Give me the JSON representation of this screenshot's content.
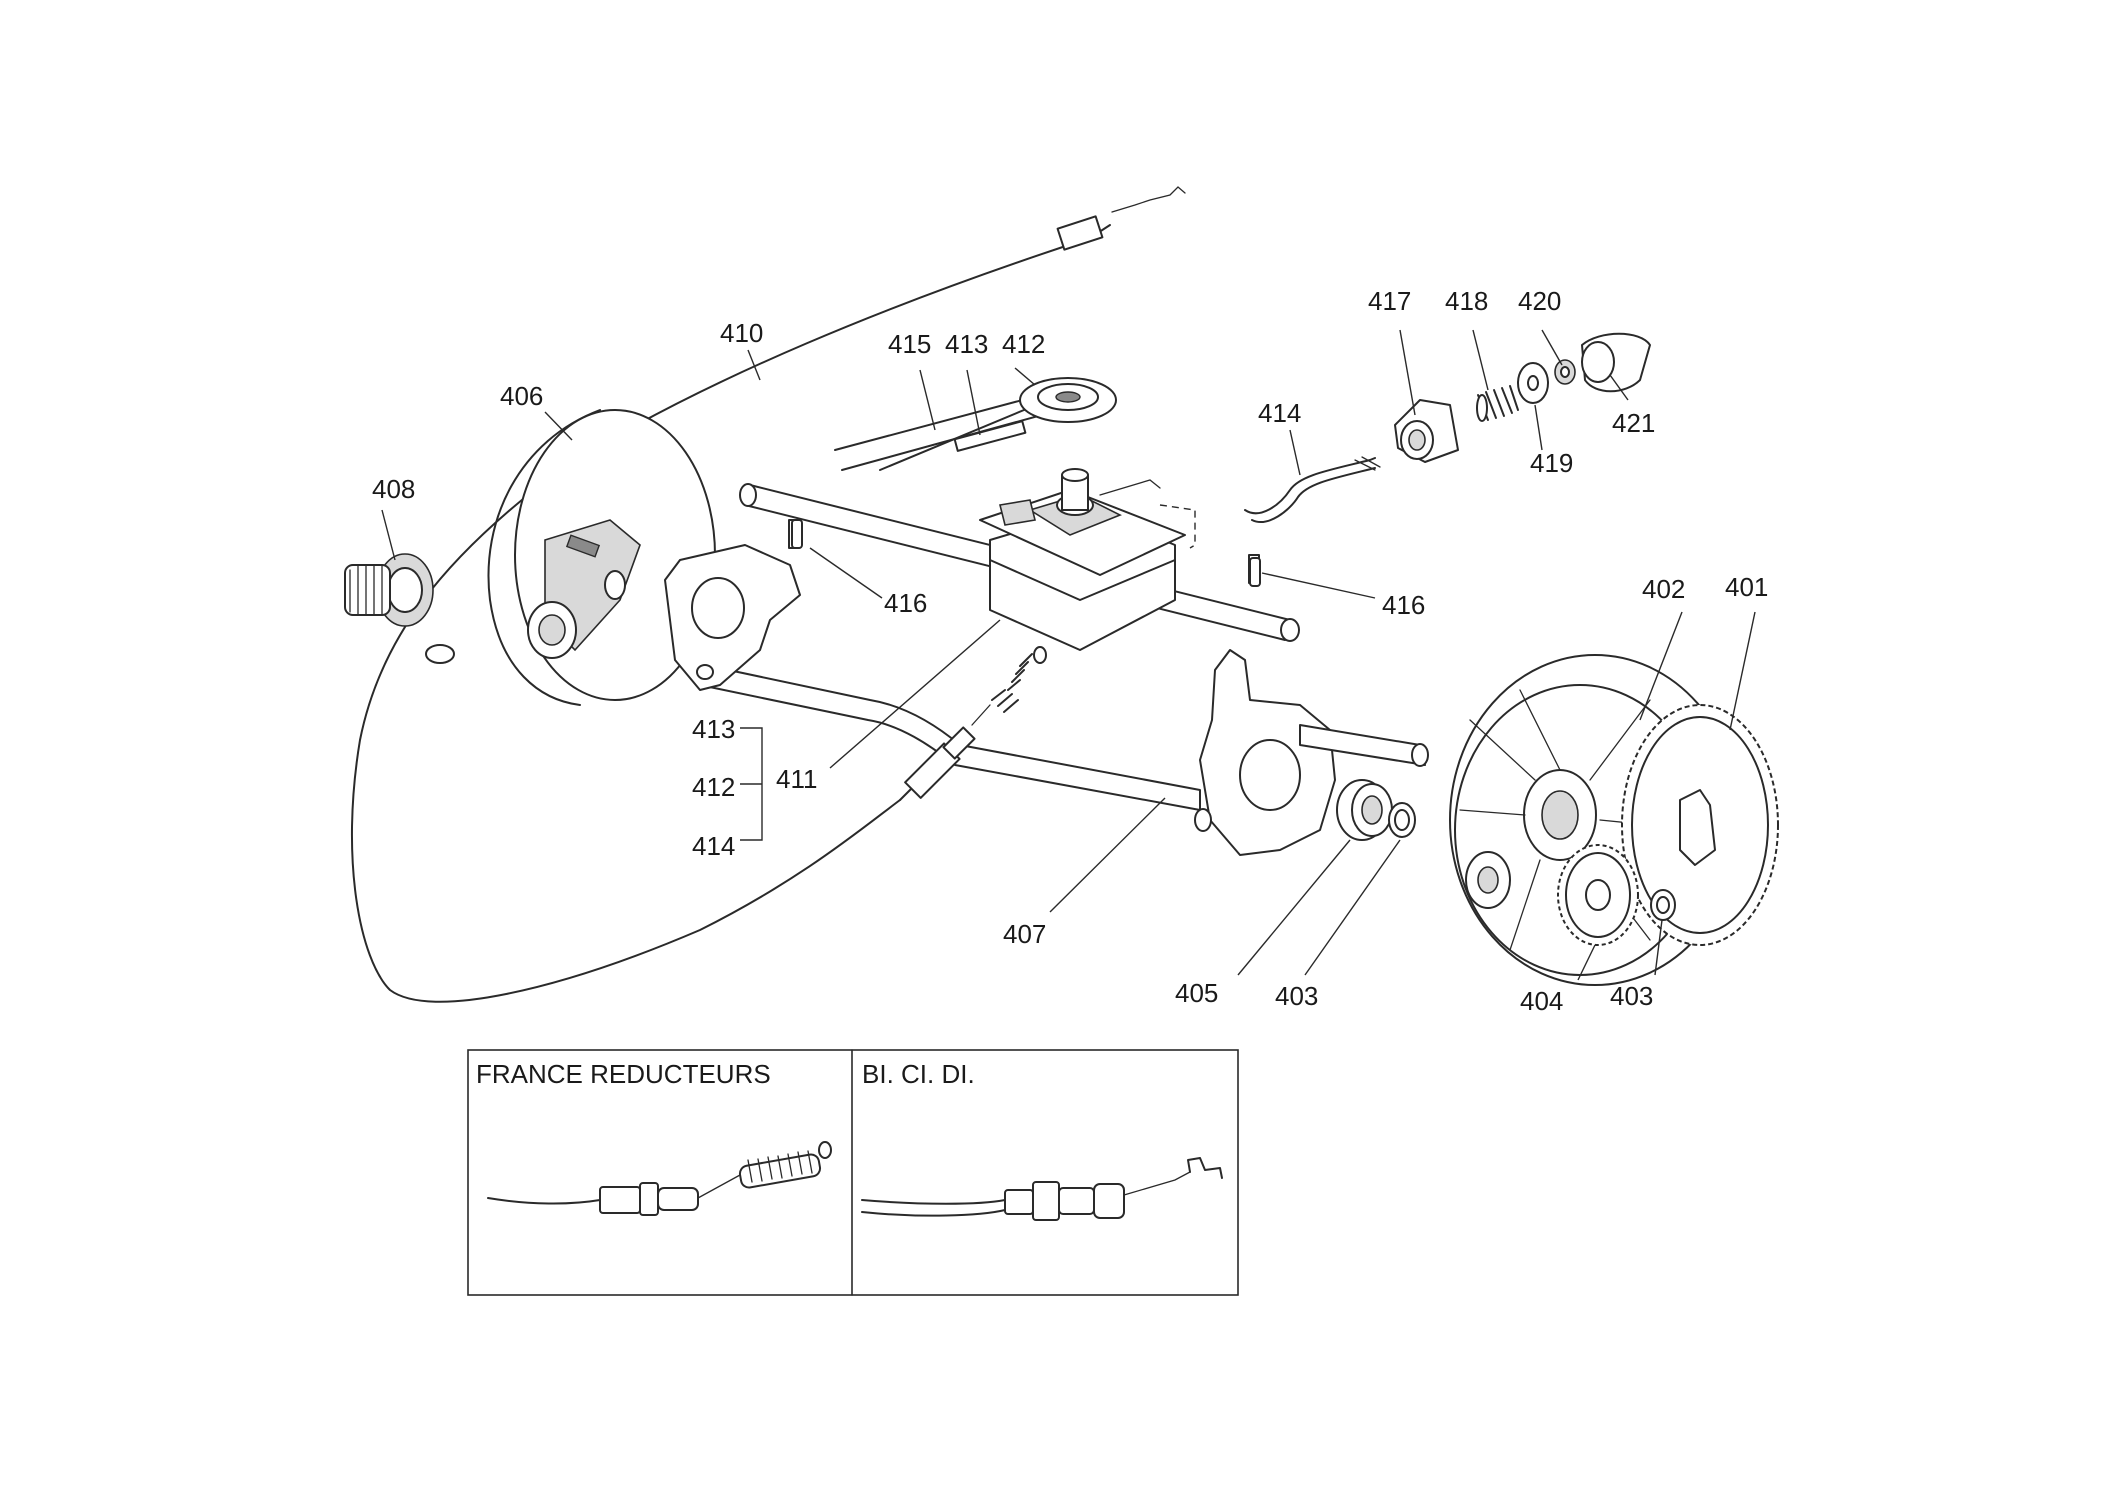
{
  "callouts": [
    {
      "label": "410"
    },
    {
      "label": "406"
    },
    {
      "label": "408"
    },
    {
      "label": "415"
    },
    {
      "label": "413"
    },
    {
      "label": "412"
    },
    {
      "label": "414"
    },
    {
      "label": "417"
    },
    {
      "label": "418"
    },
    {
      "label": "420"
    },
    {
      "label": "421"
    },
    {
      "label": "419"
    },
    {
      "label": "416"
    },
    {
      "label": "416"
    },
    {
      "label": "402"
    },
    {
      "label": "401"
    },
    {
      "label": "413"
    },
    {
      "label": "412"
    },
    {
      "label": "411"
    },
    {
      "label": "414"
    },
    {
      "label": "407"
    },
    {
      "label": "405"
    },
    {
      "label": "403"
    },
    {
      "label": "404"
    },
    {
      "label": "403"
    }
  ],
  "inset": {
    "left_title": "FRANCE REDUCTEURS",
    "right_title": "BI. CI. DI."
  }
}
